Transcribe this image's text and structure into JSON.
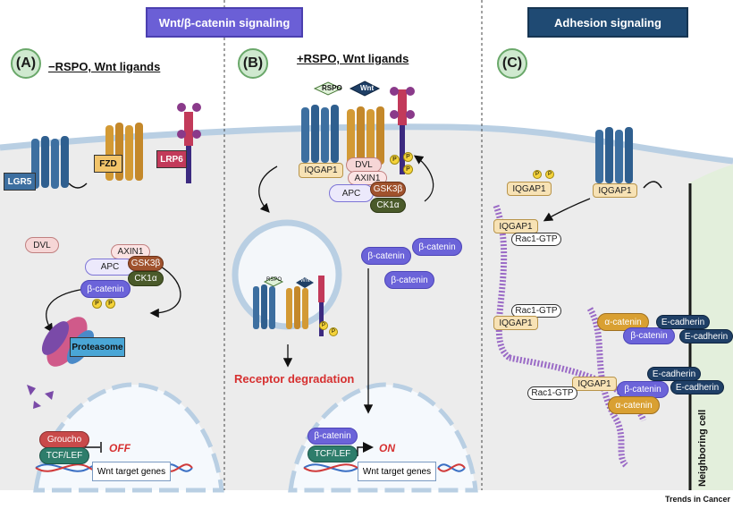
{
  "headers": {
    "wnt": "Wnt/β-catenin signaling",
    "adhesion": "Adhesion signaling"
  },
  "panels": {
    "a": {
      "label": "(A)",
      "title": "−RSPO, Wnt ligands"
    },
    "b": {
      "label": "(B)",
      "title": "+RSPO, Wnt ligands"
    },
    "c": {
      "label": "(C)"
    }
  },
  "panel_a": {
    "lgr5": "LGR5",
    "fzd": "FZD",
    "lrp6": "LRP6",
    "dvl": "DVL",
    "axin1": "AXIN1",
    "apc": "APC",
    "gsk3b": "GSK3β",
    "ck1a": "CK1α",
    "bcatenin": "β-catenin",
    "proteasome": "Proteasome",
    "groucho": "Groucho",
    "tcf": "TCF/LEF",
    "off": "OFF",
    "target": "Wnt target genes",
    "p": "P"
  },
  "panel_b": {
    "rspo": "RSPO",
    "wnt": "Wnt",
    "iqgap1": "IQGAP1",
    "dvl": "DVL",
    "axin1": "AXIN1",
    "apc": "APC",
    "gsk3b": "GSK3β",
    "ck1a": "CK1α",
    "bcatenin": "β-catenin",
    "rspo_small": "RSPO",
    "wnt_small": "Wnt",
    "degradation": "Receptor degradation",
    "tcf": "TCF/LEF",
    "on": "ON",
    "target": "Wnt target genes",
    "p": "P"
  },
  "panel_c": {
    "iqgap1": "IQGAP1",
    "rac": "Rac1-GTP",
    "acat": "α-catenin",
    "bcat": "β-catenin",
    "ecad": "E-cadherin",
    "neighbor": "Neighboring cell",
    "p": "P"
  },
  "footer": "Trends in Cancer",
  "colors": {
    "wnt_header": "#6b5fd6",
    "adhesion_header": "#1f4a73",
    "off": "#d63030",
    "degradation": "#d63030"
  }
}
